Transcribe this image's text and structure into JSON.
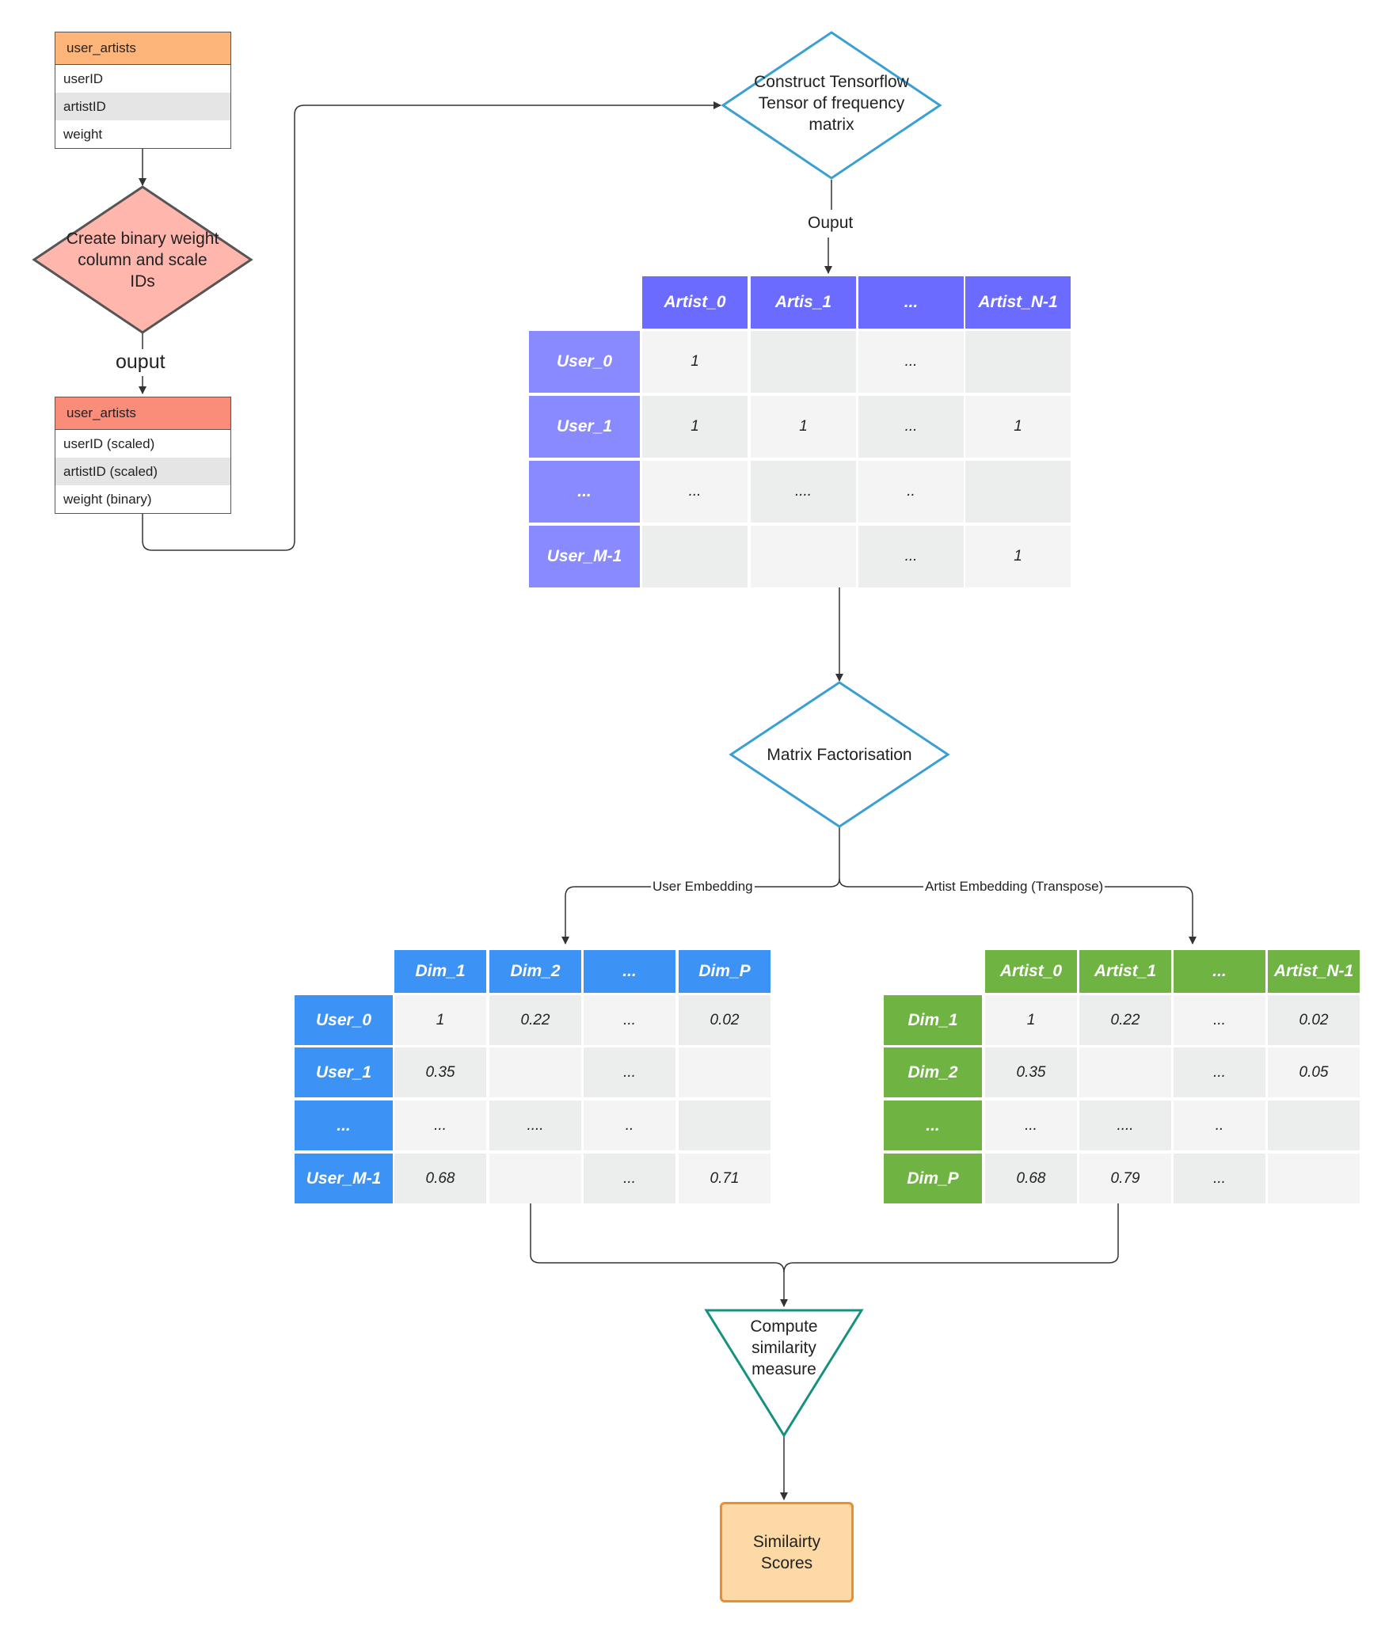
{
  "entity_top": {
    "title": "user_artists",
    "fields": [
      "userID",
      "artistID",
      "weight"
    ]
  },
  "entity_bottom": {
    "title": "user_artists",
    "fields": [
      "userID (scaled)",
      "artistID (scaled)",
      "weight (binary)"
    ]
  },
  "nodes": {
    "create_binary": "Create binary weight column and scale IDs",
    "construct_tensor": "Construct Tensorflow Tensor of frequency matrix",
    "matrix_factorisation": "Matrix Factorisation",
    "compute_similarity": "Compute similarity measure",
    "similarity_scores": "Similairty Scores"
  },
  "edge_labels": {
    "ouput_left": "ouput",
    "ouput_right": "Ouput",
    "user_embedding": "User Embedding",
    "artist_embedding": "Artist Embedding (Transpose)"
  },
  "freq_matrix": {
    "cols": [
      "Artist_0",
      "Artis_1",
      "...",
      "Artist_N-1"
    ],
    "rows": [
      "User_0",
      "User_1",
      "...",
      "User_M-1"
    ],
    "cells": [
      [
        "1",
        "",
        "...",
        ""
      ],
      [
        "1",
        "1",
        "...",
        "1"
      ],
      [
        "...",
        "....",
        "..",
        ""
      ],
      [
        "",
        "",
        "...",
        "1"
      ]
    ]
  },
  "user_embedding": {
    "cols": [
      "Dim_1",
      "Dim_2",
      "...",
      "Dim_P"
    ],
    "rows": [
      "User_0",
      "User_1",
      "...",
      "User_M-1"
    ],
    "cells": [
      [
        "1",
        "0.22",
        "...",
        "0.02"
      ],
      [
        "0.35",
        "",
        "...",
        ""
      ],
      [
        "...",
        "....",
        "..",
        ""
      ],
      [
        "0.68",
        "",
        "...",
        "0.71"
      ]
    ]
  },
  "artist_embedding": {
    "cols": [
      "Artist_0",
      "Artist_1",
      "...",
      "Artist_N-1"
    ],
    "rows": [
      "Dim_1",
      "Dim_2",
      "...",
      "Dim_P"
    ],
    "cells": [
      [
        "1",
        "0.22",
        "...",
        "0.02"
      ],
      [
        "0.35",
        "",
        "...",
        "0.05"
      ],
      [
        "...",
        "....",
        "..",
        ""
      ],
      [
        "0.68",
        "0.79",
        "...",
        ""
      ]
    ]
  },
  "colors": {
    "entity_top_header": "#fdb57a",
    "entity_bottom_header": "#fa8c7a",
    "create_binary_fill": "#ffb6ad",
    "diamond_stroke": "#3aa0d4",
    "freq_header": "#6b6bff",
    "freq_row_header": "#8a8aff",
    "user_header": "#3d93f5",
    "artist_header": "#6fb443",
    "triangle_stroke": "#17917f",
    "result_fill": "#fdd9a6",
    "result_stroke": "#f08c2c"
  }
}
